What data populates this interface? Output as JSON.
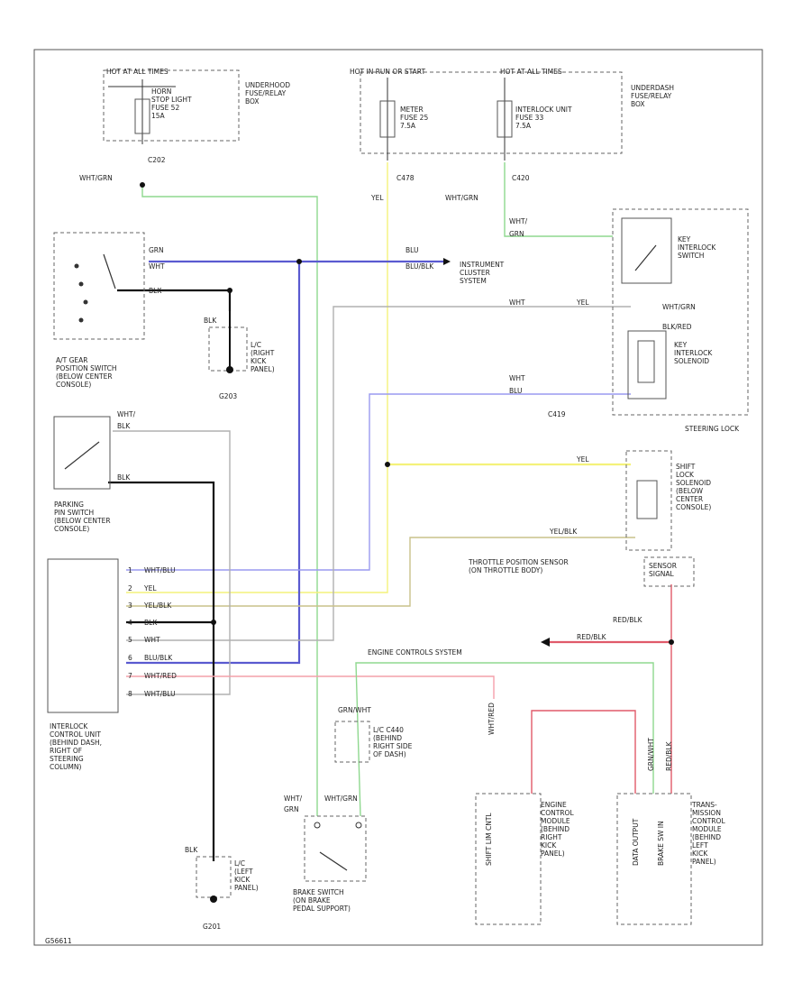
{
  "labels": {
    "hot_at_all_times_1": "HOT AT ALL TIMES",
    "horn_fuse": "HORN\nSTOP LIGHT\nFUSE 52\n15A",
    "underhood_box_1": "UNDERHOOD\nFUSE/RELAY\nBOX",
    "hot_in_run": "HOT IN RUN OR START",
    "meter_fuse": "METER\nFUSE 25\n7.5A",
    "hot_at_all_times_2": "HOT AT ALL TIMES",
    "interlock_fuse": "INTERLOCK UNIT\nFUSE 33\n7.5A",
    "underdash_box": "UNDERDASH\nFUSE/RELAY\nBOX",
    "c202": "C202",
    "c478": "C478",
    "c420": "C420",
    "c419": "C419",
    "wht_grn_1": "WHT/GRN",
    "yel_1": "YEL",
    "wht_grn_2": "WHT/GRN",
    "key_interlock_switch": "KEY\nINTERLOCK\nSWITCH",
    "key_interlock_solenoid": "KEY\nINTERLOCK\nSOLENOID",
    "steering_lock": "STEERING LOCK",
    "instrument_cluster": "INSTRUMENT\nCLUSTER\nSYSTEM",
    "gear_switch": "A/T GEAR\nPOSITION SWITCH\n(BELOW CENTER\nCONSOLE)",
    "g203": "G203",
    "ground_rear_kick": "L/C\n(RIGHT\nKICK\nPANEL)",
    "park_pin_switch": "PARKING\nPIN SWITCH\n(BELOW CENTER\nCONSOLE)",
    "shift_lock_solenoid": "SHIFT\nLOCK\nSOLENOID\n(BELOW\nCENTER\nCONSOLE)",
    "tps": "THROTTLE POSITION SENSOR\n(ON THROTTLE BODY)",
    "tps_box": "SENSOR\nSIGNAL",
    "red_blk": "RED/BLK",
    "engine_controls": "ENGINE CONTROLS SYSTEM",
    "interlock_unit": "INTERLOCK\nCONTROL UNIT\n(BEHIND DASH,\nRIGHT OF\nSTEERING\nCOLUMN)",
    "ground_right_dash": "L/C C440\n(BEHIND\nRIGHT SIDE\nOF DASH)",
    "brake_switch": "BRAKE SWITCH\n(ON BRAKE\nPEDAL SUPPORT)",
    "ground_left_kick": "L/C\n(LEFT\nKICK\nPANEL)",
    "g201": "G201",
    "ecm": "ENGINE\nCONTROL\nMODULE\n(BEHIND\nRIGHT\nKICK\nPANEL)",
    "tcm": "TRANS-\nMISSION\nCONTROL\nMODULE\n(BEHIND\nLEFT\nKICK\nPANEL)",
    "ecm_pin1": "SHIFT LIM CNTL",
    "tcm_pin1": "DATA OUTPUT",
    "tcm_pin2": "BRAKE SW IN",
    "fig": "G56611"
  },
  "pins": {
    "row1": "WHT/BLU",
    "row2": "YEL",
    "row3": "YEL/BLK",
    "row4": "BLK",
    "row5": "WHT",
    "row6": "BLU/BLK",
    "row7": "WHT/RED",
    "row8": "WHT/BLU",
    "n1": "1",
    "n2": "2",
    "n3": "3",
    "n4": "4",
    "n5": "5",
    "n6": "6",
    "n7": "7",
    "n8": "8"
  },
  "wires": {
    "grn": "GRN",
    "wht": "WHT",
    "blu": "BLU",
    "blk_gear": "BLK",
    "blk_g203": "BLK",
    "wht_1": "WHT/",
    "grn_1": "GRN",
    "wht_2": "WHT",
    "yel_2": "YEL",
    "wht_3": "WHT",
    "blu_3": "BLU",
    "wht_blk_a": "WHT/",
    "blk_a": "BLK",
    "blk_park": "BLK",
    "blk_red": "BLK/RED",
    "wht_grn_key": "WHT/GRN",
    "yel_shift": "YEL",
    "yel_blk_shift": "YEL/BLK",
    "grn_wht_brake": "GRN/WHT",
    "wht_grn_brake": "WHT/GRN",
    "wht_red_ecm": "WHT/RED",
    "grn_wht_ecm": "GRN/WHT",
    "red_blk_tcm": "RED/BLK",
    "red_blk_arrow": "RED/BLK",
    "blk_left": "BLK",
    "wht_brake": "WHT/",
    "grn_brake": "GRN",
    "blu_blk_inst": "BLU/BLK"
  },
  "colors": {
    "green": "#8fd88f",
    "yellow": "#f4f27a",
    "blue": "#5a5ad0",
    "blue_light": "#9a9af0",
    "olive": "#c9c28a",
    "red": "#e05a6a",
    "pink": "#f4a0aa",
    "black": "#111111",
    "gray": "#b0b0b0"
  }
}
